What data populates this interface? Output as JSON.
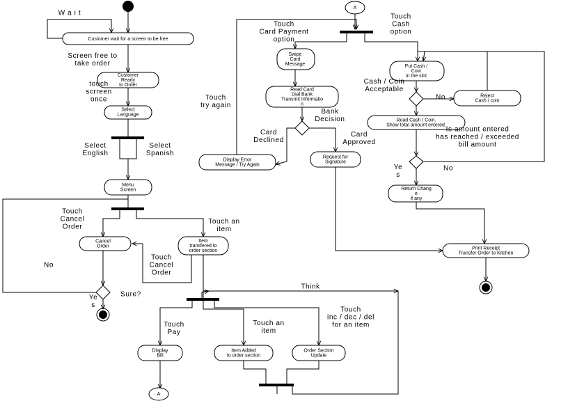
{
  "nodes": {
    "wait_screen": [
      "Customer wait for a screen to be free"
    ],
    "ready": [
      "Customer",
      "Ready",
      "to Order"
    ],
    "language": [
      "Select",
      "Language"
    ],
    "menu": [
      "Menu",
      "Screen"
    ],
    "cancel_order": [
      "Cancel",
      "Order"
    ],
    "item_transferred": [
      "Item",
      "transfered to",
      "order section"
    ],
    "display_bill": [
      "Display",
      "Bill"
    ],
    "item_added": [
      "Item Added",
      "to order section"
    ],
    "order_update": [
      "Order Section",
      "Update"
    ],
    "swipe": [
      "Swipe",
      "Card",
      "Message"
    ],
    "read_card": [
      "Read Card",
      "Dial Bank",
      "Transmit Informatio",
      "n"
    ],
    "display_error": [
      "Display Error",
      "Message / Try Again"
    ],
    "request_sig": [
      "Request for",
      "Signature"
    ],
    "put_cash": [
      "Put Cash /",
      "Coin",
      "in the slot"
    ],
    "reject": [
      "Reject",
      "Cash / coin"
    ],
    "read_cash": [
      "Read Cash / Coin.",
      "Show total amount entered."
    ],
    "return_change": [
      "Return Chang",
      "e",
      "if any"
    ],
    "print_receipt": [
      "Print Receipt",
      "Transfer Order to Kitchen"
    ],
    "conn_a_top": [
      "A"
    ],
    "conn_a_bottom": [
      "A"
    ]
  },
  "labels": {
    "wait": [
      "W a i t"
    ],
    "screen_free": [
      "Screen free to",
      "take order"
    ],
    "touch_screen": [
      "touch",
      "scrreen",
      "once"
    ],
    "select_english": [
      "Select",
      "English"
    ],
    "select_spanish": [
      "Select",
      "Spanish"
    ],
    "touch_cancel_order": [
      "Touch",
      "Cancel",
      "Order"
    ],
    "touch_an_item": [
      "Touch an",
      "item"
    ],
    "touch_cancel_order2": [
      "Touch",
      "Cancel",
      "Order"
    ],
    "no_left": [
      "No"
    ],
    "sure": [
      "Sure?"
    ],
    "yes_left": [
      "Ye",
      "s"
    ],
    "think": [
      "Think"
    ],
    "touch_pay": [
      "Touch",
      "Pay"
    ],
    "touch_an_item2": [
      "Touch an",
      "item"
    ],
    "touch_inc": [
      "Touch",
      "inc / dec / del",
      "for an item"
    ],
    "touch_card": [
      "Touch",
      "Card Payment",
      "option"
    ],
    "touch_cash": [
      "Touch",
      "Cash",
      "option"
    ],
    "touch_try_again": [
      "Touch",
      "try again"
    ],
    "bank_decision": [
      "Bank",
      "Decision"
    ],
    "card_declined": [
      "Card",
      "Declined"
    ],
    "card_approved": [
      "Card",
      "Approved"
    ],
    "cash_acceptable": [
      "Cash / Coin",
      "Acceptable"
    ],
    "no_cash": [
      "No"
    ],
    "amount_question": [
      "Is amount entered",
      "has reached / exceeded",
      "bill amount"
    ],
    "no_amount": [
      "No"
    ],
    "yes_amount": [
      "Ye",
      "s"
    ]
  }
}
